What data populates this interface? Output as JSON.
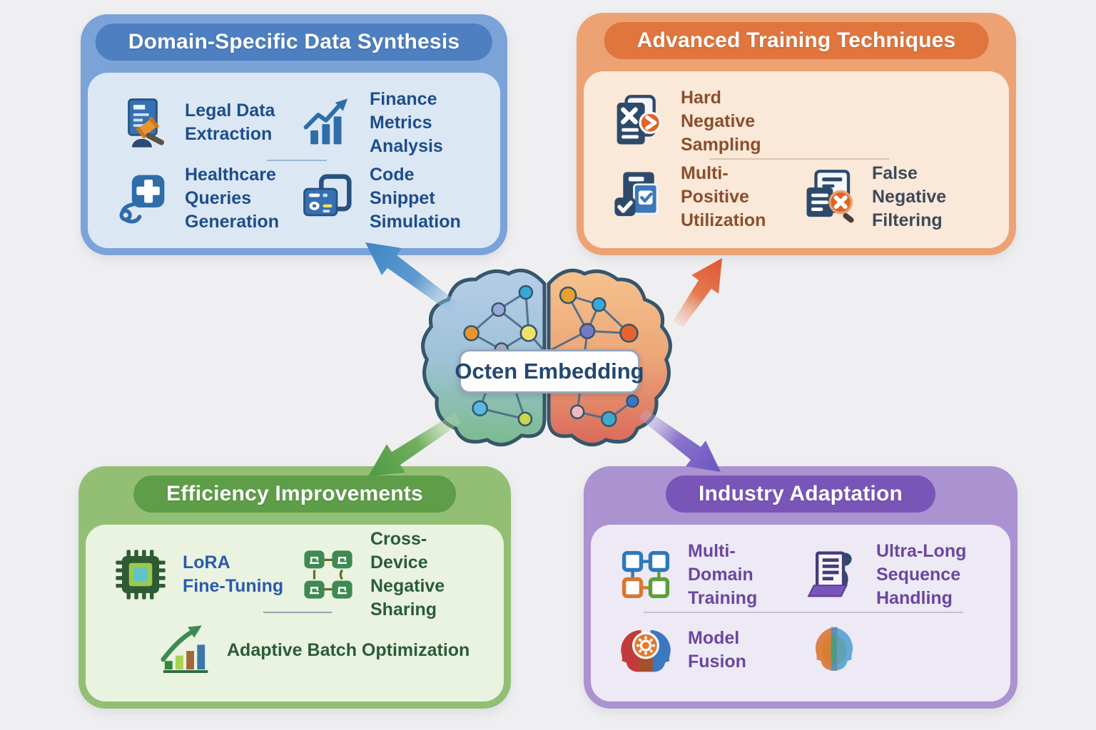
{
  "center": {
    "label": "Octen Embedding",
    "illustration": "brain-network-icon"
  },
  "panels": {
    "tl": {
      "title": "Domain-Specific Data Synthesis",
      "items": [
        {
          "icon": "legal-document-gavel-icon",
          "lines": [
            "Legal Data",
            "Extraction"
          ]
        },
        {
          "icon": "finance-chart-icon",
          "lines": [
            "Finance",
            "Metrics Analysis"
          ]
        },
        {
          "icon": "healthcare-cross-stethoscope-icon",
          "lines": [
            "Healthcare",
            "Queries Generation"
          ]
        },
        {
          "icon": "code-window-icon",
          "lines": [
            "Code Snippet",
            "Simulation"
          ]
        }
      ]
    },
    "tr": {
      "title": "Advanced Training Techniques",
      "items": [
        {
          "icon": "hard-negative-document-icon",
          "lines": [
            "Hard Negative",
            "Sampling"
          ]
        },
        {
          "icon": "multi-positive-checklist-icon",
          "lines": [
            "Multi-Positive",
            "Utilization"
          ]
        },
        {
          "icon": "false-negative-magnifier-icon",
          "lines": [
            "False Negative",
            "Filtering"
          ]
        }
      ]
    },
    "bl": {
      "title": "Efficiency Improvements",
      "items": [
        {
          "icon": "chip-icon",
          "lines": [
            "LoRA",
            "Fine-Tuning"
          ]
        },
        {
          "icon": "cross-device-network-icon",
          "lines": [
            "Cross-Device",
            "Negative Sharing"
          ]
        },
        {
          "icon": "growth-bars-icon",
          "lines": [
            "Adaptive Batch Optimization"
          ]
        }
      ]
    },
    "br": {
      "title": "Industry Adaptation",
      "items": [
        {
          "icon": "multi-domain-nodes-icon",
          "lines": [
            "Multi-Domain",
            "Training"
          ]
        },
        {
          "icon": "scroll-icon",
          "lines": [
            "Ultra-Long",
            "Sequence Handling"
          ]
        },
        {
          "icon": "model-fusion-heads-icon",
          "lines": [
            "Model Fusion"
          ]
        },
        {
          "icon": "merged-heads-icon",
          "lines": []
        }
      ]
    }
  },
  "colors": {
    "bg": "#efeff1",
    "tl_band": "#7ba3d8",
    "tl_pill": "#4e7fc0",
    "tl_body": "#dce7f4",
    "tl_text": "#1d4e8a",
    "tr_band": "#eca273",
    "tr_pill": "#e0763d",
    "tr_body": "#fae8d8",
    "tr_text_brown": "#8a4f2e",
    "tr_text_slate": "#3e4a5a",
    "bl_band": "#92bf74",
    "bl_pill": "#5f9e49",
    "bl_body": "#e9f3e0",
    "bl_text_blue": "#2b5aae",
    "bl_text_green": "#2a5c38",
    "br_band": "#ab92d1",
    "br_pill": "#7a55b8",
    "br_body": "#ede9f5",
    "br_text": "#6b479e",
    "arrow_blue": "#3e85c4",
    "arrow_orange": "#df5733",
    "arrow_green": "#4f9a44",
    "arrow_purple": "#6a55c0",
    "center_text": "#23486e",
    "pill_border": "#97a6bc"
  }
}
